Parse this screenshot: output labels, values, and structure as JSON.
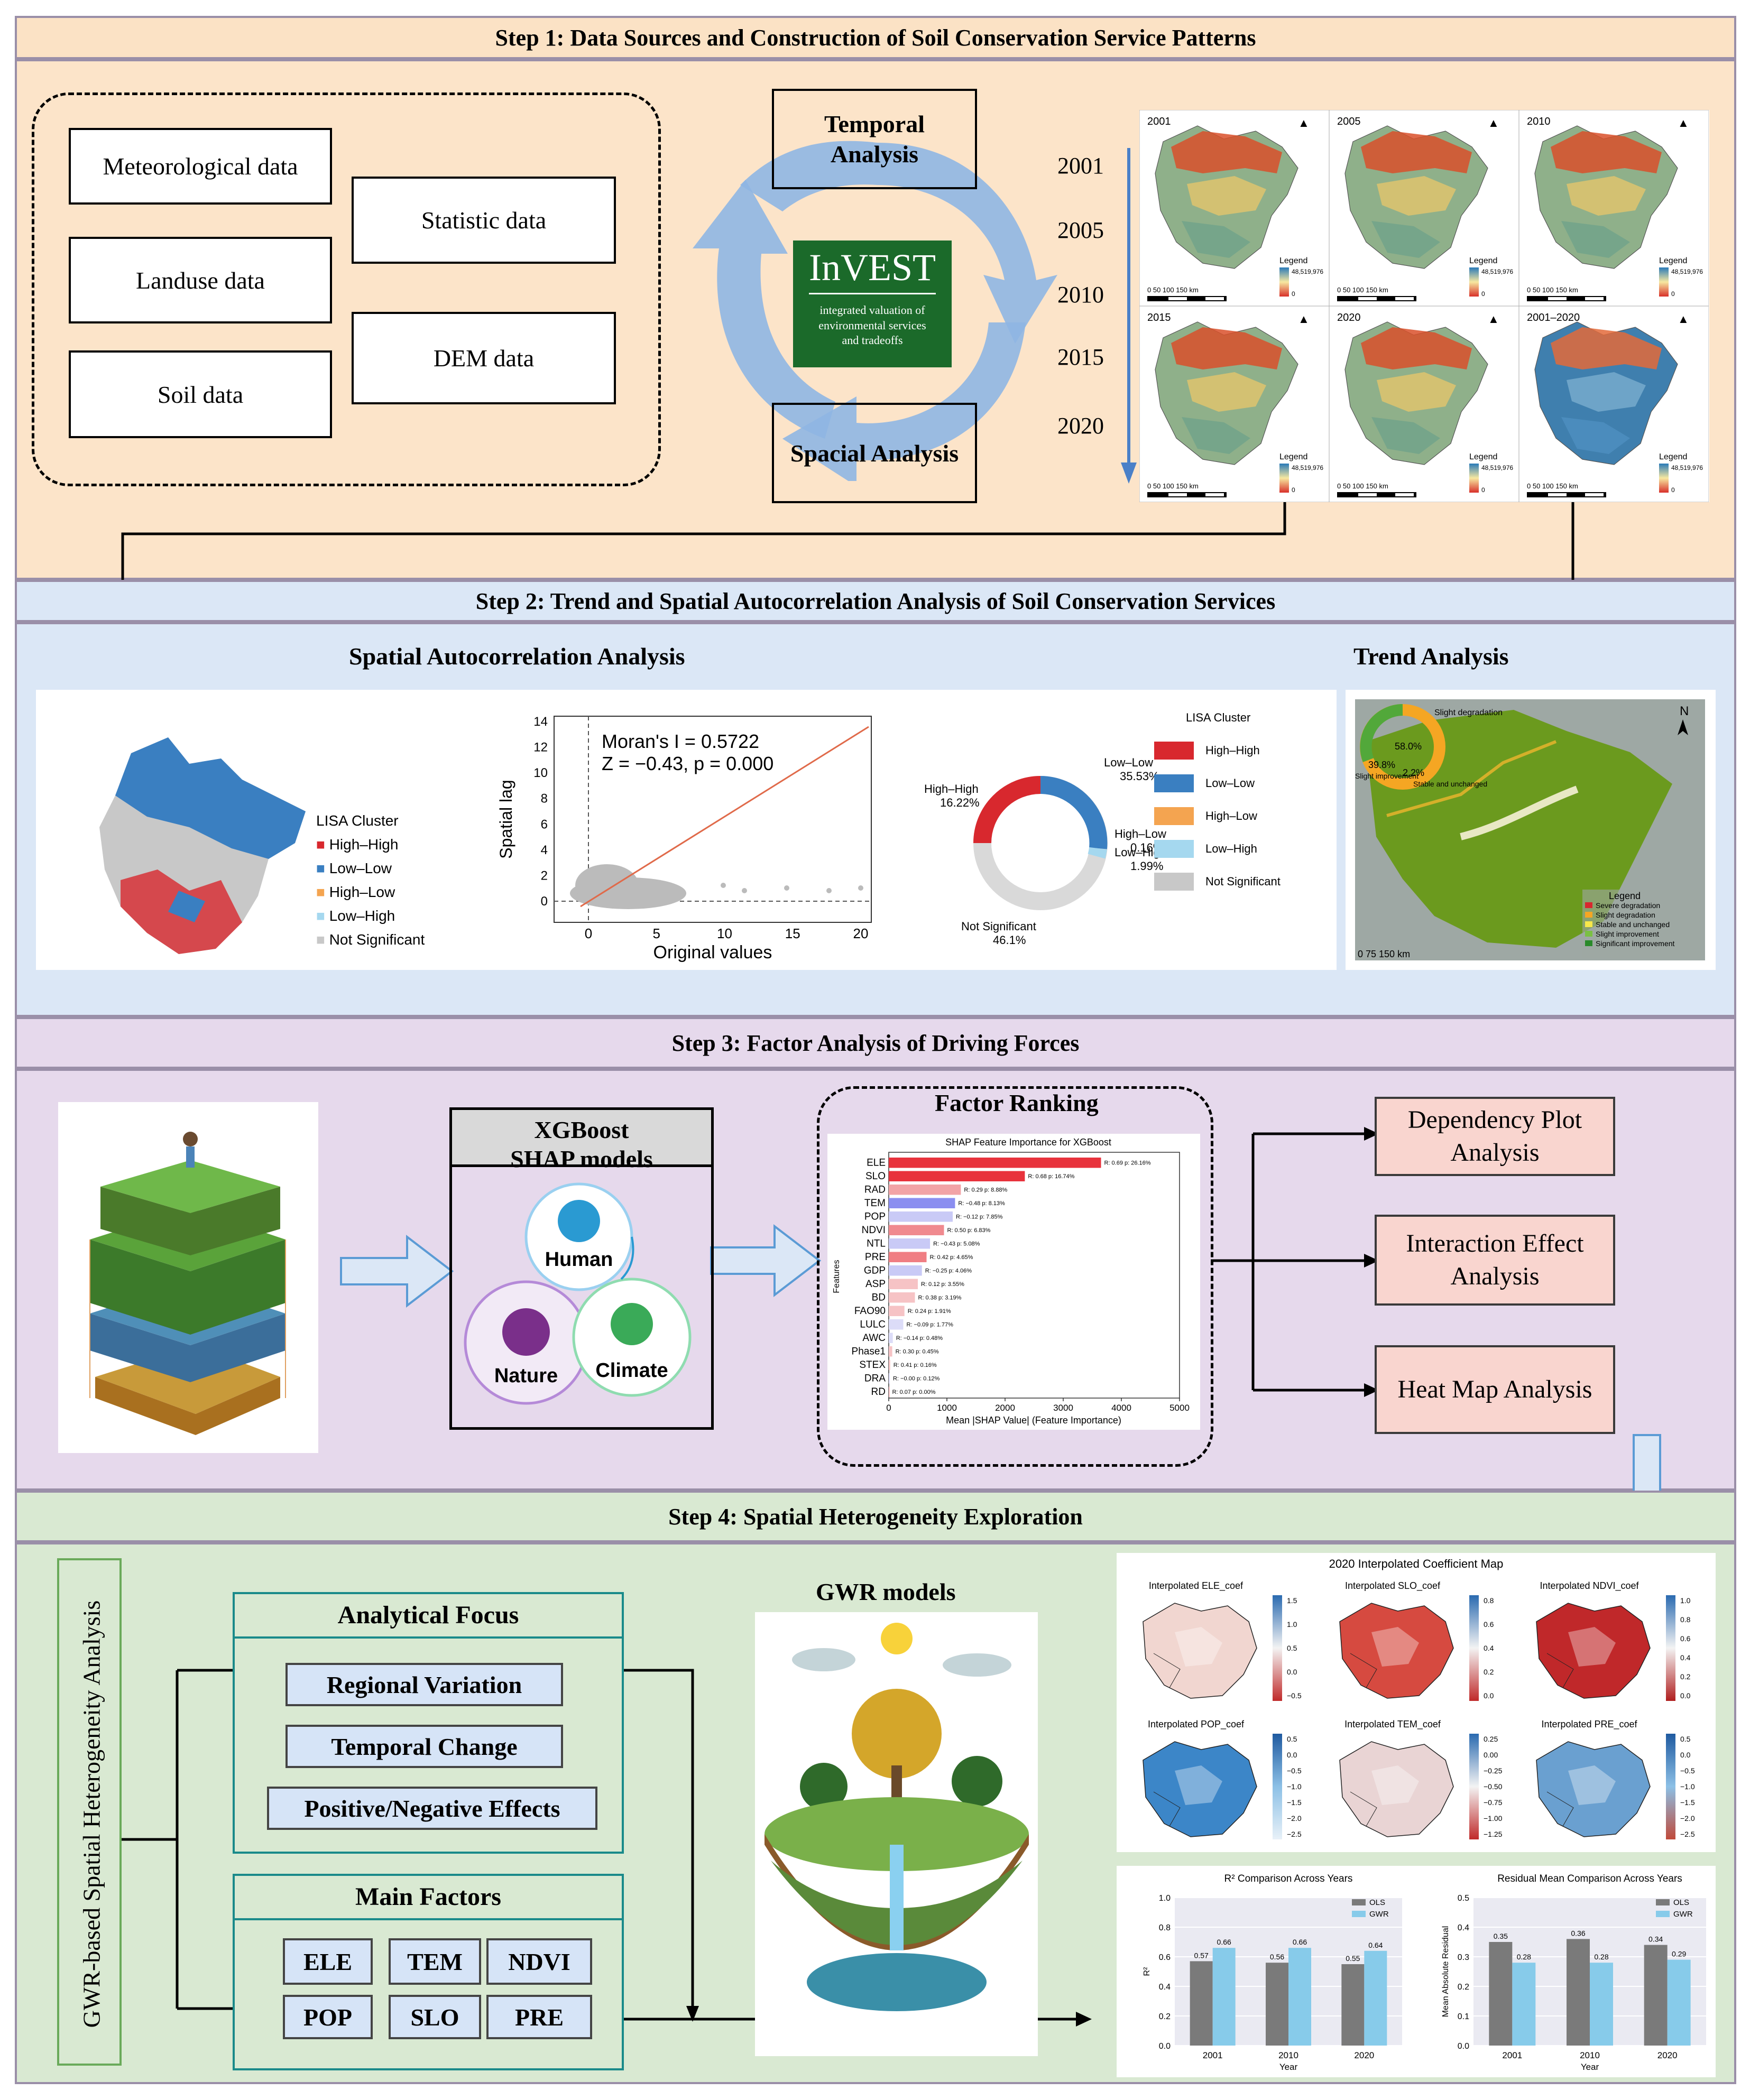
{
  "step1": {
    "title": "Step 1: Data Sources and Construction of Soil Conservation Service Patterns",
    "data_sources": [
      "Meteorological data",
      "Landuse data",
      "Soil data",
      "Statistic data",
      "DEM data"
    ],
    "temporal": "Temporal Analysis",
    "spacial": "Spacial Analysis",
    "invest_title": "InVEST",
    "invest_sub": "integrated valuation of environmental services and tradeoffs",
    "years": [
      "2001",
      "2005",
      "2010",
      "2015",
      "2020"
    ],
    "maps": [
      {
        "label": "2001"
      },
      {
        "label": "2005"
      },
      {
        "label": "2010"
      },
      {
        "label": "2015"
      },
      {
        "label": "2020"
      },
      {
        "label": "2001–2020"
      }
    ],
    "map_legend": "Legend",
    "map_legend_value": "48,519,976",
    "map_legend_zero": "0",
    "scale_text": "0   50 100 150 km"
  },
  "step2": {
    "title": "Step 2: Trend and Spatial Autocorrelation Analysis of Soil Conservation Services",
    "spatial_title": "Spatial Autocorrelation Analysis",
    "trend_title": "Trend Analysis",
    "lisa_title": "LISA Cluster",
    "lisa_items": [
      "High–High",
      "Low–Low",
      "High–Low",
      "Low–High",
      "Not Significant"
    ],
    "moran_line1": "Moran's I = 0.5722",
    "moran_line2": "Z = −0.43, p = 0.000",
    "scatter_xlabel": "Original values",
    "scatter_ylabel": "Spatial lag",
    "scatter_xticks": [
      "0",
      "5",
      "10",
      "15",
      "20"
    ],
    "scatter_yticks": [
      "0",
      "2",
      "4",
      "6",
      "8",
      "10",
      "12",
      "14"
    ],
    "donut_labels": [
      {
        "name": "High–High",
        "value": "16.22%"
      },
      {
        "name": "Low–Low",
        "value": "35.53%"
      },
      {
        "name": "High–Low",
        "value": "0.16%"
      },
      {
        "name": "Low–High",
        "value": "1.99%"
      },
      {
        "name": "Not Significant",
        "value": "46.1%"
      }
    ],
    "donut_legend_title": "LISA Cluster",
    "trend_legend_title": "Legend",
    "trend_legend": [
      "Severe degradation",
      "Slight degradation",
      "Stable and unchanged",
      "Slight improvement",
      "Significant improvement"
    ],
    "trend_ring": {
      "a": "58.0%",
      "b": "39.8%",
      "c": "2.2%",
      "d": "Slight degradation",
      "e": "Slight improvement",
      "f": "Stable and unchanged"
    },
    "trend_scale": "0      75     150 km",
    "north": "N"
  },
  "step3": {
    "title": "Step 3: Factor Analysis of Driving Forces",
    "xgboost_title": "XGBoost SHAP models",
    "human": "Human",
    "nature": "Nature",
    "climate": "Climate",
    "factor_ranking": "Factor Ranking",
    "chart_title": "SHAP Feature Importance for XGBoost",
    "chart_xlabel": "Mean |SHAP Value| (Feature Importance)",
    "chart_ylabel": "Features",
    "dependency": "Dependency Plot Analysis",
    "interaction": "Interaction Effect Analysis",
    "heatmap": "Heat Map Analysis"
  },
  "chart_data": [
    {
      "type": "bar",
      "title": "SHAP Feature Importance for XGBoost",
      "xlabel": "Mean |SHAP Value| (Feature Importance)",
      "ylabel": "Features",
      "xlim": [
        0,
        5000
      ],
      "xticks": [
        "0",
        "1000",
        "2000",
        "3000",
        "4000",
        "5000"
      ],
      "categories": [
        "ELE",
        "SLO",
        "RAD",
        "TEM",
        "POP",
        "NDVI",
        "NTL",
        "PRE",
        "GDP",
        "ASP",
        "BD",
        "FAO90",
        "LULC",
        "AWC",
        "Phase1",
        "STEX",
        "DRA",
        "RD"
      ],
      "values": [
        3650,
        2340,
        1240,
        1140,
        1100,
        950,
        710,
        650,
        570,
        500,
        450,
        270,
        250,
        70,
        60,
        25,
        18,
        5
      ],
      "annotations": [
        "R: 0.69  p: 26.16%",
        "R: 0.68  p: 16.74%",
        "R: 0.29  p: 8.88%",
        "R: −0.48  p: 8.13%",
        "R: −0.12  p: 7.85%",
        "R: 0.50  p: 6.83%",
        "R: −0.43  p: 5.08%",
        "R: 0.42  p: 4.65%",
        "R: −0.25  p: 4.06%",
        "R: 0.12  p: 3.55%",
        "R: 0.38  p: 3.19%",
        "R: 0.24  p: 1.91%",
        "R: −0.09  p: 1.77%",
        "R: −0.14  p: 0.48%",
        "R: 0.30  p: 0.45%",
        "R: 0.41  p: 0.16%",
        "R: −0.00  p: 0.12%",
        "R: 0.07  p: 0.00%"
      ],
      "colors": [
        "#e8323c",
        "#e8323c",
        "#f2a3a6",
        "#8b8ef0",
        "#c9caf6",
        "#f08a8f",
        "#c9caf6",
        "#f07e83",
        "#c9caf6",
        "#f6c3c5",
        "#f6c3c5",
        "#f6c3c5",
        "#dcdcf8",
        "#dcdcf8",
        "#f6c3c5",
        "#f6c3c5",
        "#dcdcf8",
        "#f6c3c5"
      ]
    },
    {
      "type": "bar",
      "title": "R² Comparison Across Years",
      "xlabel": "Year",
      "ylabel": "R²",
      "ylim": [
        0,
        1.0
      ],
      "yticks": [
        "0.0",
        "0.2",
        "0.4",
        "0.6",
        "0.8",
        "1.0"
      ],
      "categories": [
        "2001",
        "2010",
        "2020"
      ],
      "series": [
        {
          "name": "OLS",
          "values": [
            0.57,
            0.56,
            0.55
          ],
          "labels": [
            "0.57",
            "0.56",
            "0.55"
          ]
        },
        {
          "name": "GWR",
          "values": [
            0.66,
            0.66,
            0.64
          ],
          "labels": [
            "0.66",
            "0.66",
            "0.64"
          ]
        }
      ]
    },
    {
      "type": "bar",
      "title": "Residual Mean Comparison Across Years",
      "xlabel": "Year",
      "ylabel": "Mean Absolute Residual",
      "ylim": [
        0,
        0.5
      ],
      "yticks": [
        "0.0",
        "0.1",
        "0.2",
        "0.3",
        "0.4",
        "0.5"
      ],
      "categories": [
        "2001",
        "2010",
        "2020"
      ],
      "series": [
        {
          "name": "OLS",
          "values": [
            0.35,
            0.36,
            0.34
          ],
          "labels": [
            "0.35",
            "0.36",
            "0.34"
          ]
        },
        {
          "name": "GWR",
          "values": [
            0.28,
            0.28,
            0.29
          ],
          "labels": [
            "0.28",
            "0.28",
            "0.29"
          ]
        }
      ]
    }
  ],
  "step4": {
    "title": "Step 4: Spatial Heterogeneity Exploration",
    "side_label": "GWR-based Spatial Heterogeneity Analysis",
    "analytical_focus": "Analytical Focus",
    "focus_items": [
      "Regional Variation",
      "Temporal Change",
      "Positive/Negative Effects"
    ],
    "main_factors": "Main Factors",
    "factors": [
      "ELE",
      "TEM",
      "NDVI",
      "POP",
      "SLO",
      "PRE"
    ],
    "gwr_title": "GWR models",
    "coef_title": "2020 Interpolated Coefficient Map",
    "coef_maps": [
      {
        "label": "Interpolated ELE_coef",
        "ticks": [
          "1.5",
          "1.0",
          "0.5",
          "0.0",
          "−0.5"
        ]
      },
      {
        "label": "Interpolated SLO_coef",
        "ticks": [
          "0.8",
          "0.6",
          "0.4",
          "0.2",
          "0.0"
        ]
      },
      {
        "label": "Interpolated NDVI_coef",
        "ticks": [
          "1.0",
          "0.8",
          "0.6",
          "0.4",
          "0.2",
          "0.0"
        ]
      },
      {
        "label": "Interpolated POP_coef",
        "ticks": [
          "0.5",
          "0.0",
          "−0.5",
          "−1.0",
          "−1.5",
          "−2.0",
          "−2.5"
        ]
      },
      {
        "label": "Interpolated TEM_coef",
        "ticks": [
          "0.25",
          "0.00",
          "−0.25",
          "−0.50",
          "−0.75",
          "−1.00",
          "−1.25"
        ]
      },
      {
        "label": "Interpolated PRE_coef",
        "ticks": [
          "0.5",
          "0.0",
          "−0.5",
          "−1.0",
          "−1.5",
          "−2.0",
          "−2.5"
        ]
      }
    ],
    "colors": {
      "ols": "#7a7a7a",
      "gwr": "#87cbea"
    }
  }
}
